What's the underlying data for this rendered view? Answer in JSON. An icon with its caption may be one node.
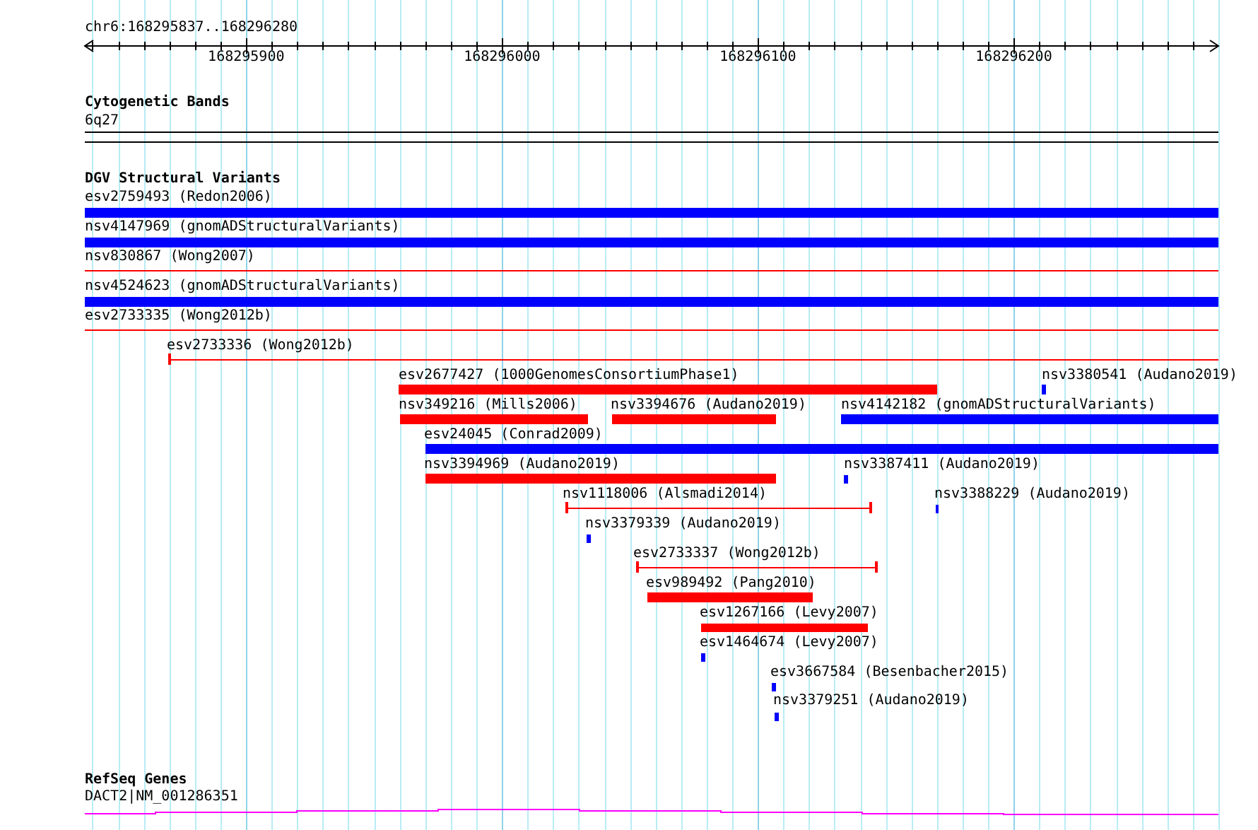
{
  "diagram": {
    "nodes": [
      {
        "text": [
          "6q27"
        ]
      },
      {
        "text": [
          "esv2759493 (Redon2006)"
        ]
      },
      {
        "text": [
          "nsv4147969 (gnomADStructuralVariants)"
        ]
      },
      {
        "text": [
          "nsv830867 (Wong2007)"
        ]
      },
      {
        "text": [
          "nsv4524623 (gnomADStructuralVariants)"
        ]
      },
      {
        "text": [
          "esv2733335 (Wong2012b)"
        ]
      },
      {
        "text": [
          "esv2733336 (Wong2012b)"
        ]
      },
      {
        "text": [
          "esv2677427 (1000GenomesConsortiumPhase1)"
        ]
      },
      {
        "text": [
          "nsv3380541 (Audano2019)"
        ]
      },
      {
        "text": [
          "nsv349216 (Mills2006)"
        ]
      },
      {
        "text": [
          "nsv3394676 (Audano2019)"
        ]
      },
      {
        "text": [
          "nsv4142182 (gnomADStructuralVariants)"
        ]
      },
      {
        "text": [
          "esv24045 (Conrad2009)"
        ]
      },
      {
        "text": [
          "nsv3394969 (Audano2019)"
        ]
      },
      {
        "text": [
          "nsv3387411 (Audano2019)"
        ]
      },
      {
        "text": [
          "nsv1118006 (Alsmadi2014)"
        ]
      },
      {
        "text": [
          "nsv3388229 (Audano2019)"
        ]
      },
      {
        "text": [
          "nsv3379339 (Audano2019)"
        ]
      },
      {
        "text": [
          "esv2733337 (Wong2012b)"
        ]
      },
      {
        "text": [
          "esv989492 (Pang2010)"
        ]
      },
      {
        "text": [
          "esv1267166 (Levy2007)"
        ]
      },
      {
        "text": [
          "esv1464674 (Levy2007)"
        ]
      },
      {
        "text": [
          "esv3667584 (Besenbacher2015)"
        ]
      },
      {
        "text": [
          "nsv3379251 (Audano2019)"
        ]
      },
      {
        "text": [
          "DACT2|NM_001286351"
        ]
      }
    ],
    "edges": [],
    "labels": [
      "chr6:168295837..168296280",
      "168295900",
      "168296000",
      "168296100",
      "168296200",
      "Cytogenetic Bands",
      "DGV Structural Variants",
      "RefSeq Genes"
    ]
  }
}
